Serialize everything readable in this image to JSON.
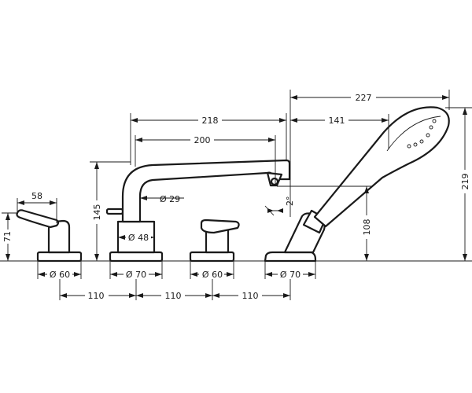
{
  "dimensions": {
    "d227": "227",
    "d218": "218",
    "d141": "141",
    "d200": "200",
    "d219": "219",
    "d145": "145",
    "d58": "58",
    "d29": "Ø 29",
    "d2deg": "2°",
    "d108": "108",
    "d71": "71",
    "d48": "Ø 48",
    "d60a": "Ø 60",
    "d70a": "Ø 70",
    "d60b": "Ø 60",
    "d70b": "Ø 70",
    "d110a": "110",
    "d110b": "110",
    "d110c": "110"
  }
}
